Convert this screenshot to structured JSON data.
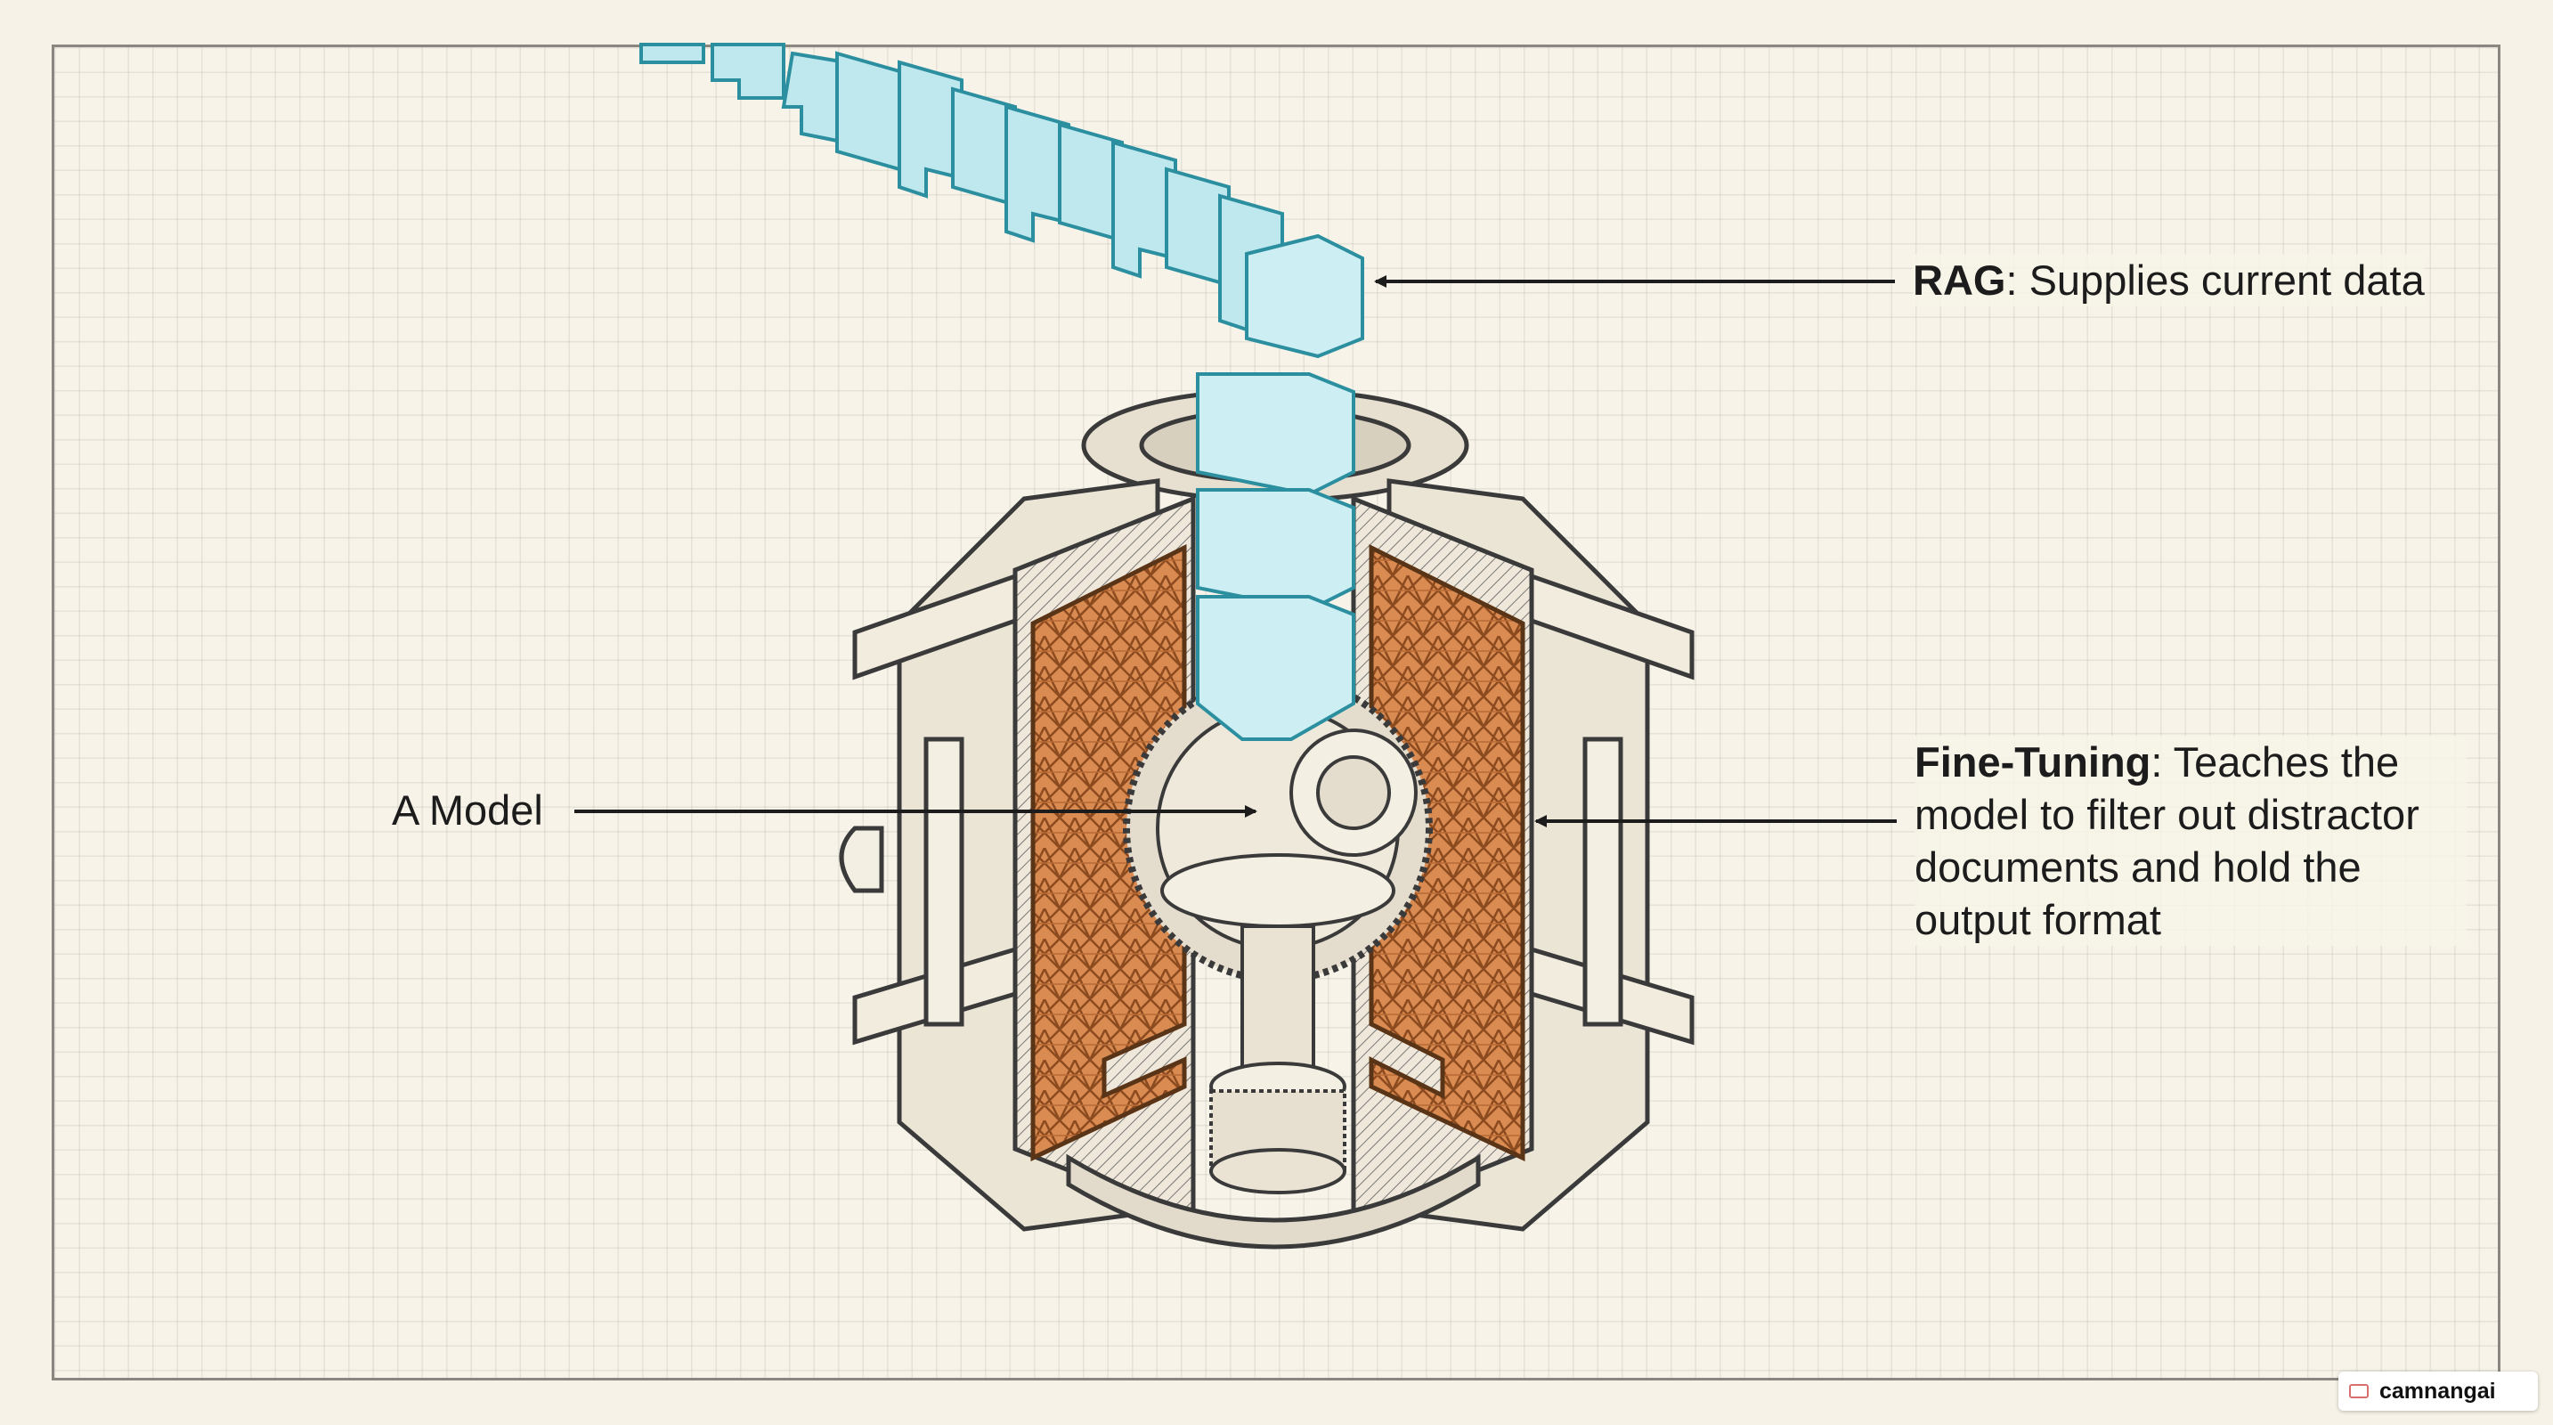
{
  "callouts": {
    "rag": {
      "term": "RAG",
      "text": ": Supplies current data"
    },
    "model": {
      "text": "A Model"
    },
    "fine_tuning": {
      "term": "Fine-Tuning",
      "text": ": Teaches the model to filter out distractor documents and hold the output format"
    }
  },
  "watermark": {
    "text": "camnangai",
    "icon": "book-icon"
  },
  "colors": {
    "background": "#f6f2e7",
    "rag_blocks": "#4fb8c7",
    "fine_tuning_panels": "#c9773d",
    "line_art": "#3a3a3a"
  }
}
